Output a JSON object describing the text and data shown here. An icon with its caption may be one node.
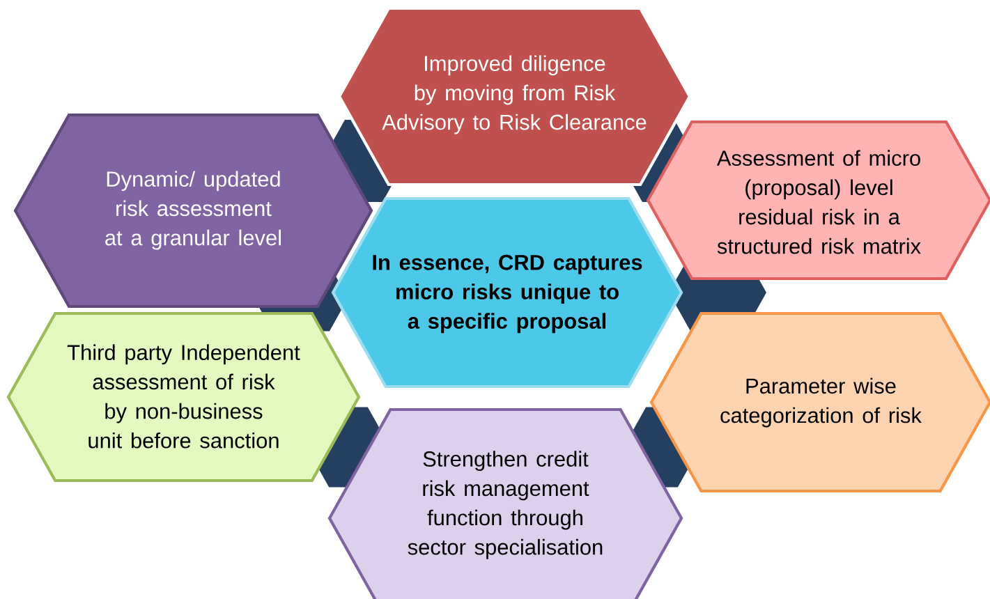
{
  "diagram": {
    "nodes": [
      {
        "text": [
          "Improved diligence by moving from Risk Advisory to Risk Clearance"
        ]
      },
      {
        "text": [
          "Dynamic/ updated risk assessment at a granular level"
        ]
      },
      {
        "text": [
          "Assessment of micro (proposal) level residual risk in a structured risk matrix"
        ]
      },
      {
        "text": [
          "In essence, CRD captures micro risks unique to a specific proposal"
        ]
      },
      {
        "text": [
          "Third party Independent assessment of risk by non-business unit before sanction"
        ]
      },
      {
        "text": [
          "Parameter wise categorization of risk"
        ]
      },
      {
        "text": [
          "Strengthen credit risk management function through sector specialisation"
        ]
      }
    ]
  }
}
